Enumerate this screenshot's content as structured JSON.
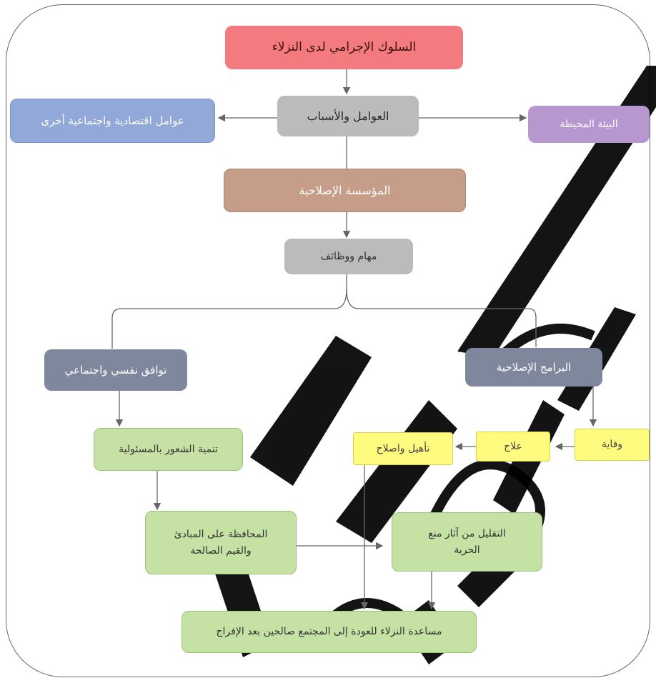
{
  "diagram": {
    "nodes": {
      "deviant_behavior": "السلوك الإجرامي لدى النزلاء",
      "factors_causes": "العوامل والأسباب",
      "other_factors": "عوامل اقتصادية واجتماعية أخرى",
      "environment": "البيئة المحيطة",
      "institution": "المؤسسة الإصلاحية",
      "tasks_functions": "مهام ووظائف",
      "adjustment": "توافق نفسي واجتماعي",
      "programs": "البرامج الإصلاحية",
      "responsibility": "تنمية الشعور بالمسئولية",
      "prevention": "وقاية",
      "treatment": "علاج",
      "rehabilitation": "تأهيل واصلاح",
      "values_line1": "المحافظة على المبادئ",
      "values_line2": "والقيم الصالحة",
      "reduce_line1": "التقليل من آثار منع",
      "reduce_line2": "الحرية",
      "reintegration": "مساعدة النزلاء للعودة إلى المجتمع صالحين بعد الإفراج"
    },
    "colors": {
      "red": "#f37b7f",
      "gray": "#bdbaba",
      "blue": "#92a8d8",
      "purple": "#b697cf",
      "brown": "#c59d88",
      "slate": "#7f879c",
      "green": "#c5e2a4",
      "yellow": "#fffb7f",
      "connector": "#666666"
    }
  }
}
